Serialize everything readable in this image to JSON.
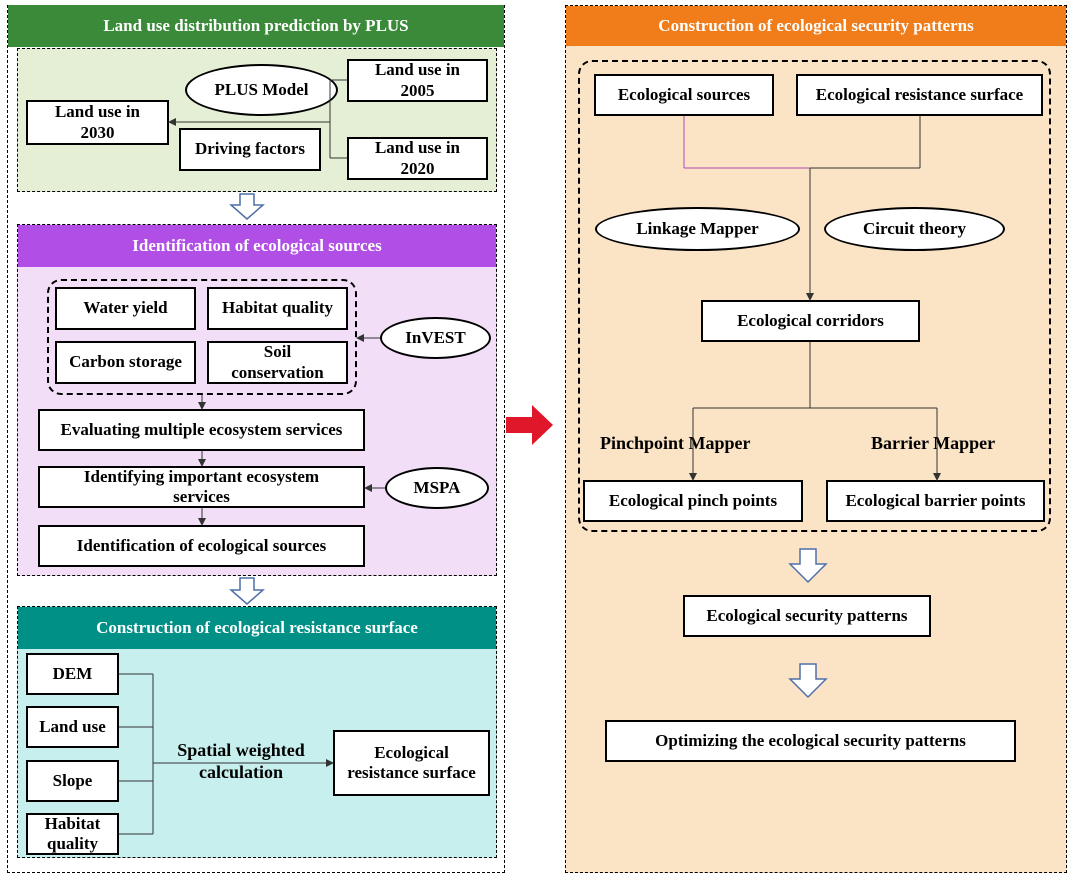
{
  "colors": {
    "plus_header": "#3a8a3a",
    "plus_bg": "#e4efd6",
    "sources_header": "#b14ee6",
    "sources_bg": "#f2def7",
    "resistance_header": "#009086",
    "resistance_bg": "#c6efed",
    "security_header": "#f07c1a",
    "security_bg": "#fbe3c6",
    "arrow_red": "#e0162b"
  },
  "plus_section": {
    "title": "Land use distribution prediction by PLUS",
    "model": "PLUS Model",
    "land_use_2005": "Land use in 2005",
    "land_use_2020": "Land use in 2020",
    "land_use_2030": "Land use in 2030",
    "driving_factors": "Driving factors"
  },
  "sources_section": {
    "title": "Identification of ecological sources",
    "water_yield": "Water yield",
    "habitat_quality": "Habitat quality",
    "carbon_storage": "Carbon storage",
    "soil_conservation": "Soil conservation",
    "invest": "InVEST",
    "evaluating": "Evaluating multiple ecosystem services",
    "identifying": "Identifying important ecosystem services",
    "mspa": "MSPA",
    "identification": "Identification of ecological sources"
  },
  "resistance_section": {
    "title": "Construction of ecological resistance surface",
    "dem": "DEM",
    "land_use": "Land use",
    "slope": "Slope",
    "habitat_quality": "Habitat quality",
    "spatial_weighted": "Spatial weighted calculation",
    "output": "Ecological resistance surface"
  },
  "security_section": {
    "title": "Construction of ecological security patterns",
    "ecological_sources": "Ecological sources",
    "resistance_surface": "Ecological resistance surface",
    "linkage_mapper": "Linkage Mapper",
    "circuit_theory": "Circuit theory",
    "corridors": "Ecological corridors",
    "pinchpoint_mapper": "Pinchpoint Mapper",
    "barrier_mapper": "Barrier Mapper",
    "pinch_points": "Ecological pinch points",
    "barrier_points": "Ecological barrier points",
    "patterns": "Ecological security patterns",
    "optimizing": "Optimizing the ecological security patterns"
  }
}
